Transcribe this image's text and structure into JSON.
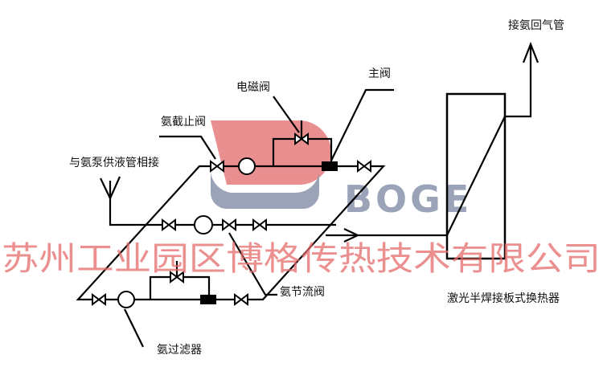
{
  "labels": {
    "return_gas_pipe": "接氨回气管",
    "main_valve": "主阀",
    "solenoid_valve": "电磁阀",
    "stop_valve": "氨截止阀",
    "pump_supply": "与氨泵供液管相接",
    "throttle_valve": "氨节流阀",
    "filter": "氨过滤器",
    "heat_exchanger": "激光半焊接板式换热器"
  },
  "watermark": {
    "company": "苏州工业园区博格传热技术有限公司",
    "logo_text": "BOGE",
    "logo_colors": {
      "red": "#e57373",
      "blue": "#8a93ad"
    }
  }
}
